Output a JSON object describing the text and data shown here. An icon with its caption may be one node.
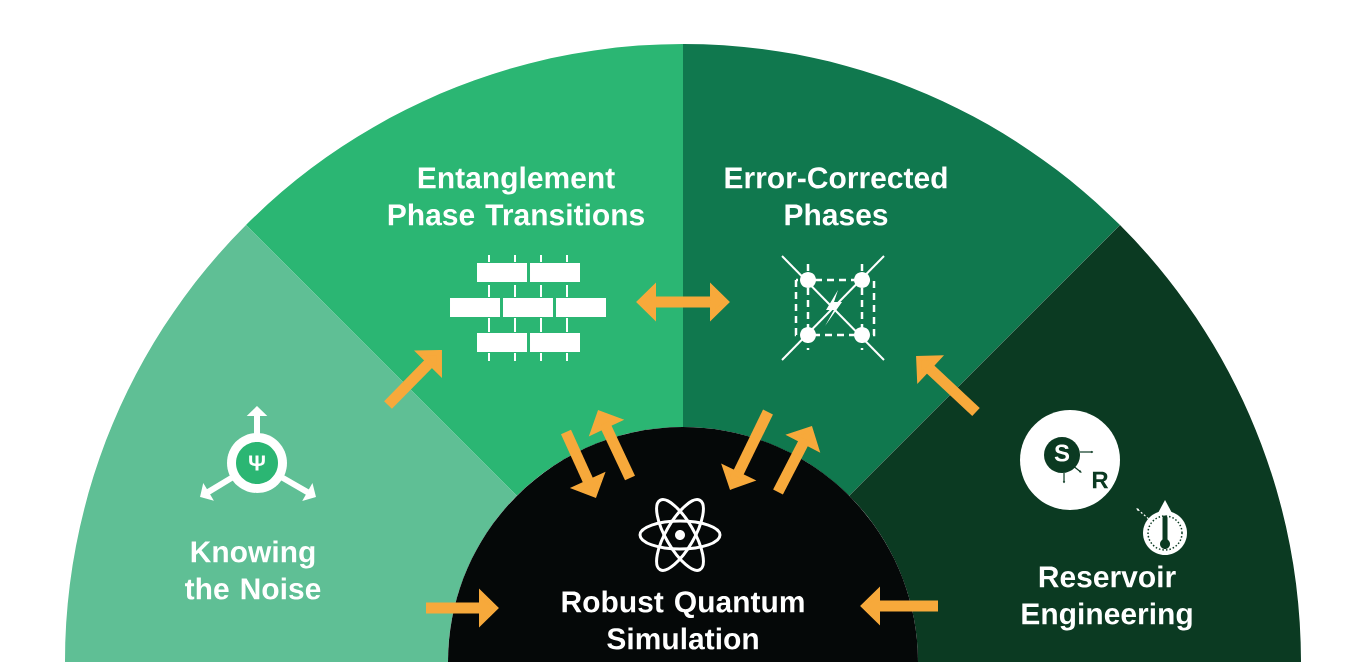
{
  "diagram": {
    "nodes": [
      {
        "text": [
          "Knowing the Noise"
        ]
      },
      {
        "text": [
          "Entanglement Phase Transitions"
        ]
      },
      {
        "text": [
          "Error-Corrected Phases"
        ]
      },
      {
        "text": [
          "Reservoir Engineering"
        ]
      },
      {
        "text": [
          "Robust Quantum Simulation"
        ]
      }
    ],
    "edges": [
      {
        "from": 0,
        "to": 1,
        "arrow": "to"
      },
      {
        "from": 0,
        "to": 4,
        "arrow": "to"
      },
      {
        "from": 1,
        "to": 2,
        "arrow": "both"
      },
      {
        "from": 3,
        "to": 2,
        "arrow": "to"
      },
      {
        "from": 3,
        "to": 4,
        "arrow": "to"
      },
      {
        "from": 1,
        "to": 4,
        "arrow": "to"
      },
      {
        "from": 4,
        "to": 1,
        "arrow": "to"
      },
      {
        "from": 2,
        "to": 4,
        "arrow": "to"
      },
      {
        "from": 4,
        "to": 2,
        "arrow": "to"
      }
    ],
    "labels": [
      "Ψ",
      "S",
      "R"
    ]
  }
}
